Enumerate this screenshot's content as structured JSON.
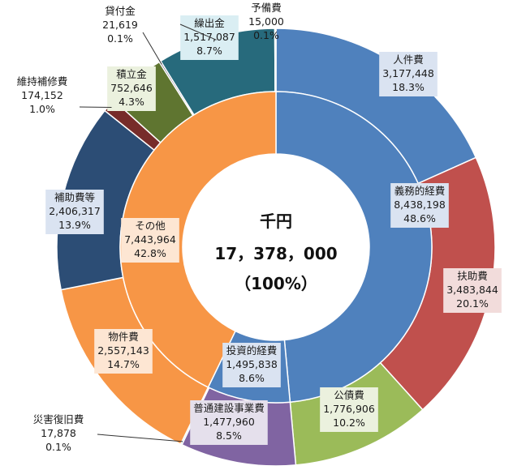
{
  "chart_data": {
    "type": "pie",
    "variant": "nested-donut",
    "unit": "千円",
    "center": {
      "unit": "千円",
      "total": "17，378，000",
      "percent": "（100%）"
    },
    "inner_ring": [
      {
        "name": "義務的経費",
        "value": 8438198,
        "value_text": "8,438,198",
        "percent_text": "48.6%",
        "color": "#4f81bd",
        "label_bg": "#dae3f1"
      },
      {
        "name": "投資的経費",
        "value": 1495838,
        "value_text": "1,495,838",
        "percent_text": "8.6%",
        "color": "#4f81bd",
        "label_bg": "#dae3f1"
      },
      {
        "name": "その他",
        "value": 7443964,
        "value_text": "7,443,964",
        "percent_text": "42.8%",
        "color": "#f79646",
        "label_bg": "#fde6d3"
      }
    ],
    "outer_ring": [
      {
        "name": "人件費",
        "value": 3177448,
        "value_text": "3,177,448",
        "percent_text": "18.3%",
        "color": "#4f81bd",
        "label_bg": "#dae3f1"
      },
      {
        "name": "扶助費",
        "value": 3483844,
        "value_text": "3,483,844",
        "percent_text": "20.1%",
        "color": "#c0504d",
        "label_bg": "#f2dcdb"
      },
      {
        "name": "公債費",
        "value": 1776906,
        "value_text": "1,776,906",
        "percent_text": "10.2%",
        "color": "#9bbb59",
        "label_bg": "#ebf1de"
      },
      {
        "name": "普通建設事業費",
        "value": 1477960,
        "value_text": "1,477,960",
        "percent_text": "8.5%",
        "color": "#8064a2",
        "label_bg": "#e5e0ec"
      },
      {
        "name": "災害復旧費",
        "value": 17878,
        "value_text": "17,878",
        "percent_text": "0.1%",
        "color": "#4bacc6",
        "label_bg": ""
      },
      {
        "name": "物件費",
        "value": 2557143,
        "value_text": "2,557,143",
        "percent_text": "14.7%",
        "color": "#f79646",
        "label_bg": "#fde6d3"
      },
      {
        "name": "補助費等",
        "value": 2406317,
        "value_text": "2,406,317",
        "percent_text": "13.9%",
        "color": "#2c4d75",
        "label_bg": "#dae3f1"
      },
      {
        "name": "維持補修費",
        "value": 174152,
        "value_text": "174,152",
        "percent_text": "1.0%",
        "color": "#772c2a",
        "label_bg": ""
      },
      {
        "name": "積立金",
        "value": 752646,
        "value_text": "752,646",
        "percent_text": "4.3%",
        "color": "#5f7530",
        "label_bg": "#ebf1de"
      },
      {
        "name": "貸付金",
        "value": 21619,
        "value_text": "21,619",
        "percent_text": "0.1%",
        "color": "#4d3b62",
        "label_bg": ""
      },
      {
        "name": "繰出金",
        "value": 1517087,
        "value_text": "1,517,087",
        "percent_text": "8.7%",
        "color": "#276a7c",
        "label_bg": "#daeef3"
      },
      {
        "name": "予備費",
        "value": 15000,
        "value_text": "15,000",
        "percent_text": "0.1%",
        "color": "#a5a5a5",
        "label_bg": ""
      }
    ]
  }
}
